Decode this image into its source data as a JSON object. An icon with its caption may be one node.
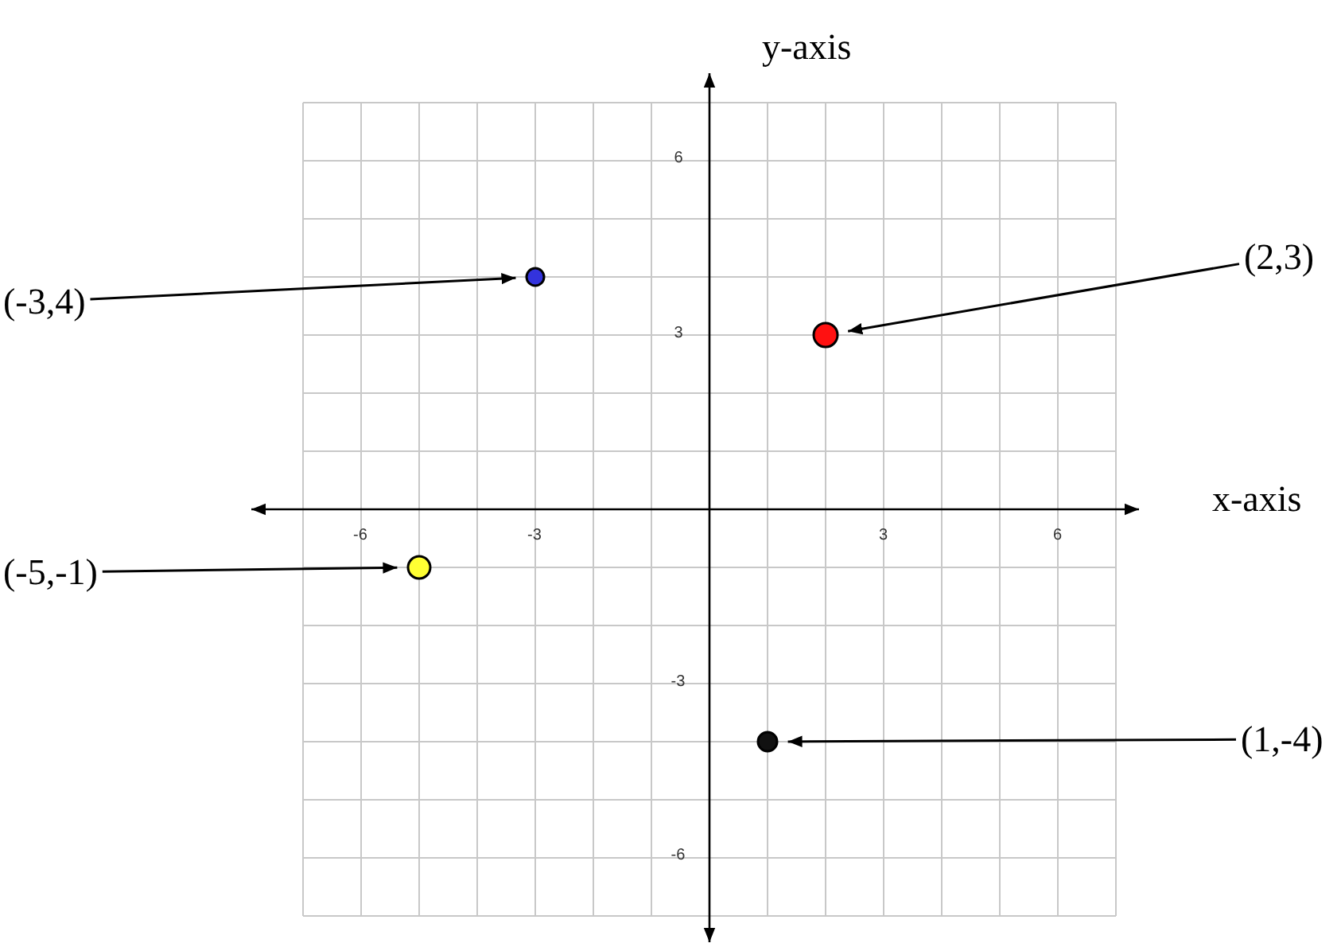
{
  "diagram": {
    "nodes": [
      {
        "text": [
          "(2,3)"
        ]
      },
      {
        "text": [
          "(-3,4)"
        ]
      },
      {
        "text": [
          "(-5,-1)"
        ]
      },
      {
        "text": [
          "(1,-4)"
        ]
      },
      {
        "text": [],
        "shape": "circle"
      },
      {
        "text": [],
        "shape": "circle"
      },
      {
        "text": [],
        "shape": "circle"
      },
      {
        "text": [],
        "shape": "circle"
      }
    ],
    "edges": [
      {
        "from": 0,
        "to": 7,
        "arrow": "to"
      },
      {
        "from": 1,
        "to": 5,
        "arrow": "to"
      },
      {
        "from": 2,
        "to": 4,
        "arrow": "to"
      },
      {
        "from": 3,
        "to": 6,
        "arrow": "to"
      }
    ],
    "labels": [
      "y-axis",
      "6",
      "3",
      "x-axis",
      "-6",
      "-3",
      "3",
      "6",
      "-3",
      "-6"
    ]
  }
}
